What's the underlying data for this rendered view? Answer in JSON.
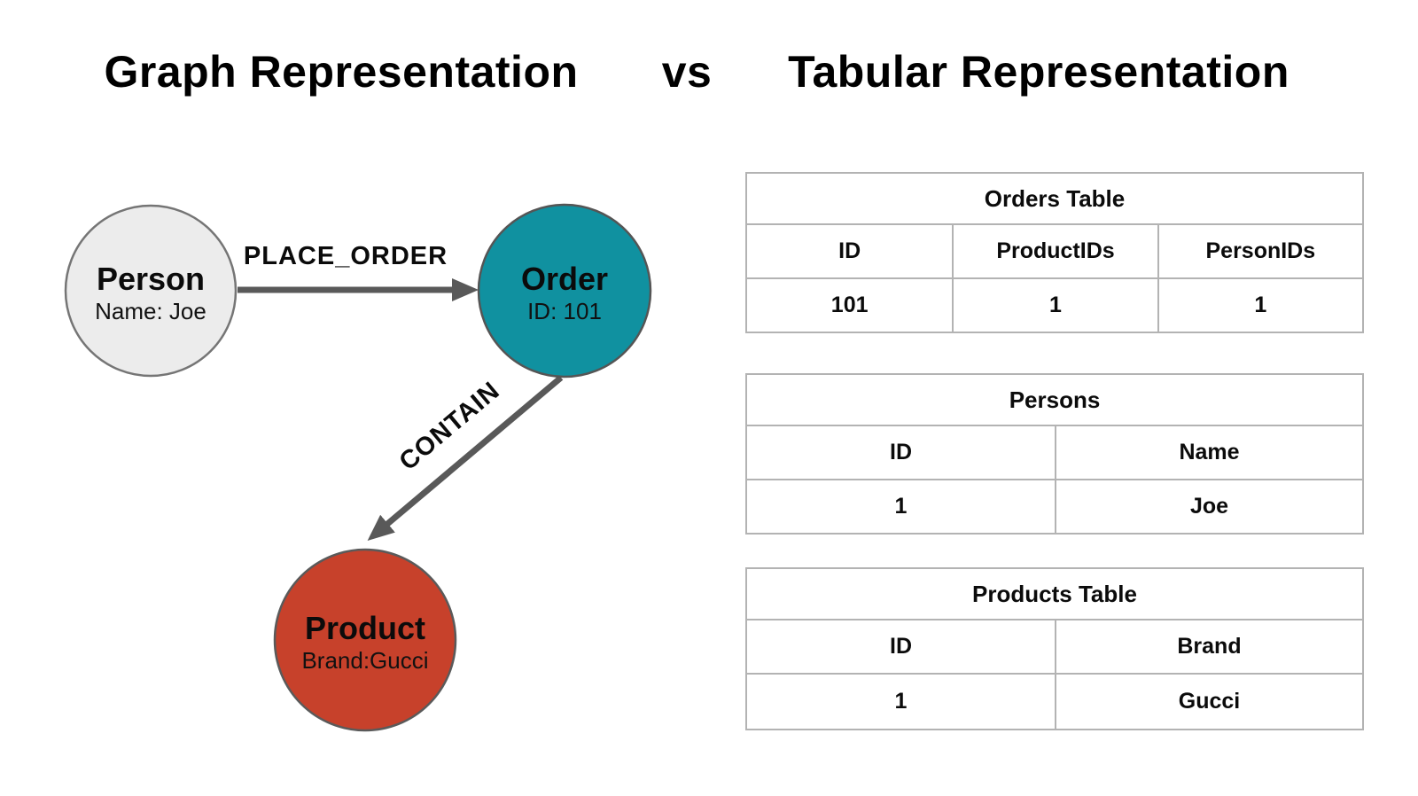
{
  "header": {
    "graph_title": "Graph Representation",
    "vs": "vs",
    "tabular_title": "Tabular Representation"
  },
  "graph": {
    "nodes": {
      "person": {
        "label": "Person",
        "property": "Name: Joe",
        "fill": "#ececec",
        "stroke": "#757575"
      },
      "order": {
        "label": "Order",
        "property": "ID: 101",
        "fill": "#1091a0",
        "stroke": "#555555"
      },
      "product": {
        "label": "Product",
        "property": "Brand:Gucci",
        "fill": "#c7412b",
        "stroke": "#5a5a5a"
      }
    },
    "edges": {
      "place_order": {
        "label": "PLACE_ORDER"
      },
      "contain": {
        "label": "CONTAIN"
      }
    },
    "colors": {
      "arrow": "#595959"
    }
  },
  "tables": {
    "orders": {
      "title": "Orders Table",
      "headers": [
        "ID",
        "ProductIDs",
        "PersonIDs"
      ],
      "rows": [
        [
          "101",
          "1",
          "1"
        ]
      ]
    },
    "persons": {
      "title": "Persons",
      "headers": [
        "ID",
        "Name"
      ],
      "rows": [
        [
          "1",
          "Joe"
        ]
      ]
    },
    "products": {
      "title": "Products Table",
      "headers": [
        "ID",
        "Brand"
      ],
      "rows": [
        [
          "1",
          "Gucci"
        ]
      ]
    }
  }
}
